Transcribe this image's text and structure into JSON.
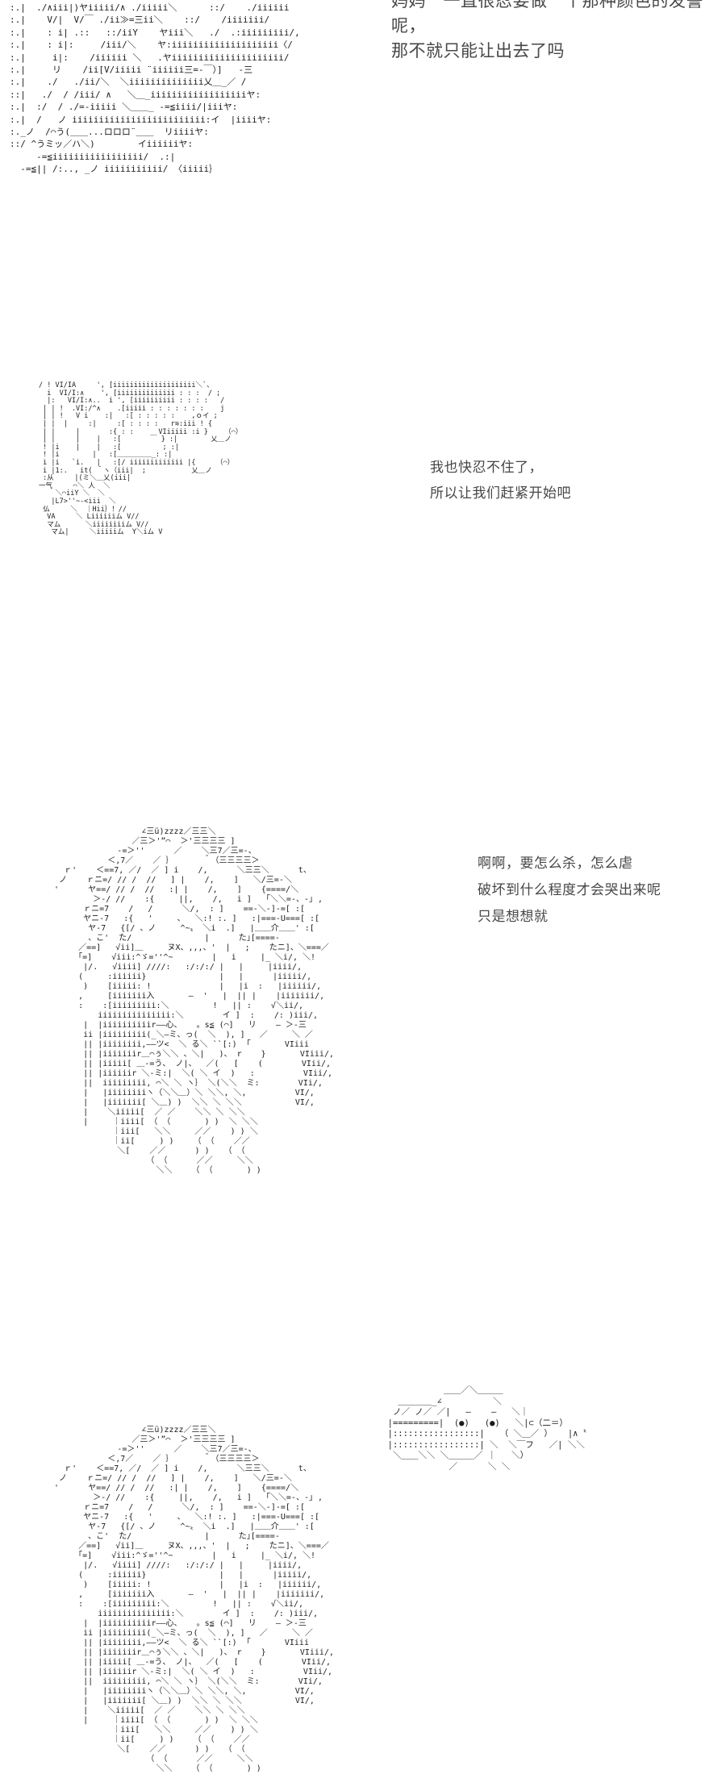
{
  "page": {
    "background_color": "#ffffff",
    "art_color": "#1b1b1b",
    "dialogue_color": "#474747"
  },
  "panels": {
    "panel1": {
      "dialogue": "妈妈　一直很忍要做　个那种颜色的发誓呢，\n那不就只能让出去了吗",
      "art": ":.|  ./∧iii|)ヤiiiii/∧ ./iiiii＼      ::/    ./iiiiii\n:.|    V/|  V/￣ ./ii≫=三ii＼    ::/    /iiiiiii/\n:.|    : i| .::   ::/iiY    ヤiii＼   ./  .:iiiiiiiii/,\n:.|    : i|:     /iii/＼    ヤ:iiiiiiiiiiiiiiiiiiii〈/\n:.|     i|:    /iiiiii ＼   .ヤiiiiiiiiiiiiiiiiiiiii/\n:.|     リ    /ii[V/iiiii ¨iiiiii三=-￣）]   -三\n:.|    ./   ./ii/＼  ＼iiiiiiiiiiiiii乂＿_／ /\n::|   ./  / /iii/ ∧   ＼＿_iiiiiiiiiiiiiiiiiiヤ:\n:.|  :/  / ./=-iiiii ＼＿＿_ -=≦iiii/|iiiヤ:\n:.|  /   ノ iiiiiiiiiiiiiiiiiiiiiiiii:イ  |iiiiヤ:\n:._ノ  /⌒う(＿＿...ロロロ¨＿＿  リiiiiヤ:\n::/ ^うミッ／ハ＼)        イiiiiiiヤ:\n     -=≦iiiiiiiiiiiiiiiii/  .:|\n  -=≦|| /:.., _ノ iiiiiiiiiii/ 〈iiiii｝"
    },
    "panel2": {
      "dialogue": "我也快忍不住了，\n所以让我们赶紧开始吧",
      "art": "/ ! VI/IA     ', [iiiiiiiiiiiiiiiiiiii＼`、\n  i  VI/I:∧    ', [iiiiiiiiiiiiii : : :  / ;\n  |:   VI/I:∧..  i ', [iiiiiiiiii : : : :   /\n | | !  .VI:/^∧    .[iiiii : : : : : : :    j\n | | !   V i    :|   :[ : : : : :    ,ｏイ ;\n | |  |     :|     :[ : : : :   r≋:iii ! {\n | |     |       :{ : :      VIiiiii :i }    （⌒）\n | |     |    |   :[       ￣ } :|        乂＿ノ\n ! |i    |    |   :[          ; :|\n ! |i        |   :[＿＿＿＿＿_: :|\n i |i   `i.   |   :[/ iiiiiiiiiiiii |{     （⌒）\n i |1:.   it( ＾ヽ（iii|  ;           乂＿ノ\n :从     |(ミ＼＿乂(iii|\n一气     ⌒＼ 人  ＼\n    ＼⌒iiY ＼  ＼\n   |L7>''~-<iii  ＼\n 仏     ＼  ｜Hii｝！//\n  VA     ＼ Liiiiiiム V//\n  マム      ＼iiiiiiiiム V//\n   マム|     ＼iiiiiム  Y＼iム V"
    },
    "panel3": {
      "dialogue": "啊啊，要怎么杀，怎么虐\n破坏到什么程度才会哭出来呢\n只是想想就"
    },
    "panel4": {},
    "creature_art": "             ＿＿／＼＿＿＿\n    ＿＿＿＿_∠          ＼\n   ノ／ ノ／ ／|   ―    ―   ＼｜\n  |=========|  (●)   (●)   ＼|⊂（二＝）\n  |:::::::::::::::::|   （ ＼＿／ ）   |∧〝\n  |:::::::::::::::::| ＼  ＼￣フ   ／| ＼＼\n   ＼＿＿＼＼ ＼＿＿＿／ ｜   ＼）\n              ／      ＼ ＼",
    "girl_art": "                    ∠三ü)zzzz／三三＼\n                  ／三＞'”⌒  ＞'三三三三 ]\n               -=＞''      ／    ＼三7／三=-、\n             ＜,7／    ／ ｝      ＾（三三三三＞\n    ｒ'    ＜==7, ／/  ／ ] i    /,      ＼三三＼      t、\n   ノ    ｒニ=/ // /  //   ] |    /,    ]   ＼/三=-＼\n  '      ヤ==/ // /  //   :| |    /,    ]    {====/＼\n          ＞-/ //    :{     ||,    /,   i ]   ｢＼＼=-、‐｣ ,\n        ｒニ=7    /   /      ＼/,  : ]    ==-＼‐]-=[ :[\n        ヤニ-7   :{   '     、  ＼:! :. ]   :|===-U===[ :[\n         ヤ-7   {[/ 、ノ     ^~〟 ＼i  .]   |＿＿介＿＿' :[\n         、こ'  た/               |      た｣[====-\n       ／==]   √ii]＿     ヌX、,,,、'  |   ;    たニ]、＼===／\n       ｢=]    √iii:^ゞ=''^~        |   i     |_ ＼i/, ＼!\n        |/.   √iiii] ////:   :/:/:/ |   |     |iiii/,\n       (     :iiiiii}               |   |      |iiiii/,\n        )    [iiiii: !              |   |i  :   |iiiiii/,\n       ,     [iiiiiii入       ―  '   |  || |    |iiiiiii/,\n       :    :[iiiiiiiii:＼         !   || :    √＼ii/,\n           iiiiiiiiiiiiiii:＼        イ ]  :    /: )iii/,\n        |  |iiiiiiiiiir――心、   。s≦ (⌒]   リ    ― ＞-三\n        ii |iiiiiiiii(_＼―ミ、っ(  ＼  ), ]   ／     ＼ ／\n        || |iiiiiiii,――ツ<  ＼ る＼ ``[:)  ｢       VIiii\n        || |iiiiiiir＿⌒ぅ＼＼ 、＼|   )、 r    }       VIiii/,\n        || |iiiii[ ＿-=う、 ノ|、  ／(   [    (        VIii/,\n        || |iiiiiir ＼-ミ:|  ＼( ＼ イ  )   :          VIii/,\n        ||  iiiiiiiii, ⌒＼ ＼ ヽ｝ ＼(＼＼  ミ:        VIi/,\n        |   |iiiiiiiiヽ（＼＼＿）＼ ＼＼, ＼,          VI/,\n        |   |iiiiiii[ ＼＿) )  ＼＼ ＼ ＼＼           VI/,\n        |    ＼iiiii[  ／ ／    ＼＼ ＼ ＼＼\n        |     ｜iiii[ （ （       ) )  ＼ ＼＼\n              ｜iii[   ＼＼     ／／    ) ) ＼\n              ｜ii[     ) )    （ （    ／／\n               ＼[    ／／      ) )   （ （\n                     （ （      ／／     ＼＼\n                       ＼＼    （ （       ) )"
  }
}
